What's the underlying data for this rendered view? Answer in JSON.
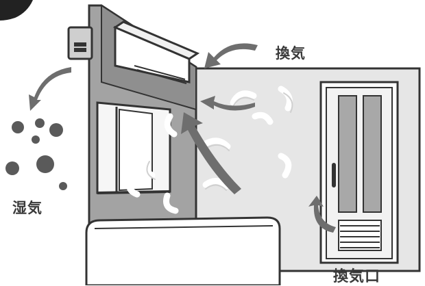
{
  "labels": {
    "ventilation": "換気",
    "humidity": "湿気",
    "vent_opening": "換気口"
  },
  "icons": {
    "air_conditioner": "air-conditioner-icon",
    "outdoor_unit": "outdoor-unit-icon",
    "door": "door-icon",
    "window": "window-icon",
    "cabinet": "cabinet-icon",
    "airflow": "airflow-arrow-icon",
    "moisture": "moisture-dots-icon"
  },
  "colors": {
    "wall_dark": "#9a9a9a",
    "wall_light": "#e6e6e6",
    "arrow": "#6e6e6e",
    "outline": "#333333",
    "label_text": "#3a3a3a"
  }
}
